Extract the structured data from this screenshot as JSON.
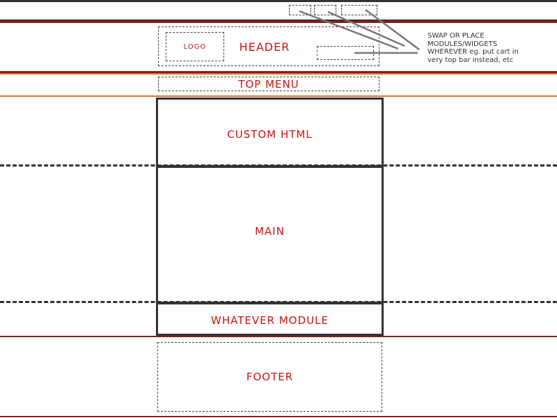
{
  "header": {
    "logo": "LOGO",
    "title": "HEADER"
  },
  "top_menu": {
    "label": "TOP MENU"
  },
  "custom_html": {
    "label": "CUSTOM HTML"
  },
  "main": {
    "label": "MAIN"
  },
  "whatever_module": {
    "label": "WHATEVER MODULE"
  },
  "footer": {
    "label": "FOOTER"
  },
  "note": {
    "line1": "SWAP OR PLACE",
    "line2": "MODULES/WIDGETS",
    "line3": "WHEREVER eg. put cart in",
    "line4": "very top bar instead, etc"
  },
  "colors": {
    "label_red": "#cc1111",
    "dark_red": "#8b1a1a",
    "orange": "#e8702a",
    "gray": "#444444"
  }
}
